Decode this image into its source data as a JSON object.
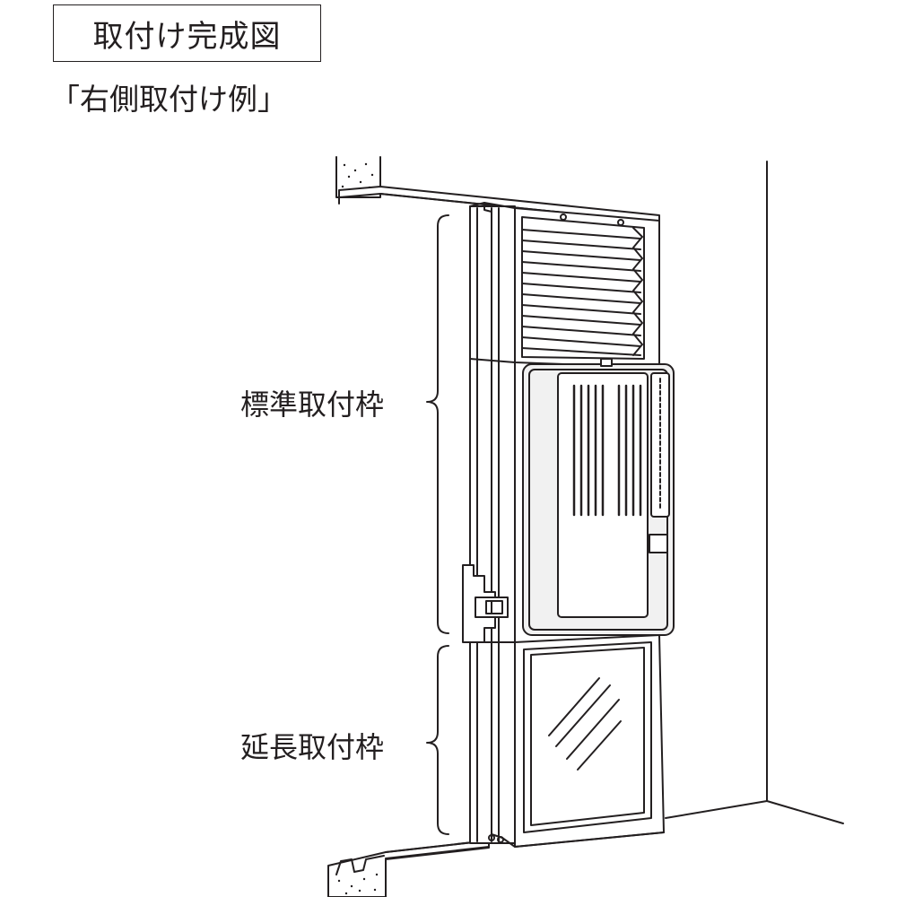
{
  "title": "取付け完成図",
  "subtitle": "「右側取付け例」",
  "labels": {
    "standard_frame": "標準取付枠",
    "extension_frame": "延長取付枠"
  },
  "colors": {
    "line": "#231f20",
    "unit_body": "#f1f1f1",
    "background": "#ffffff"
  }
}
